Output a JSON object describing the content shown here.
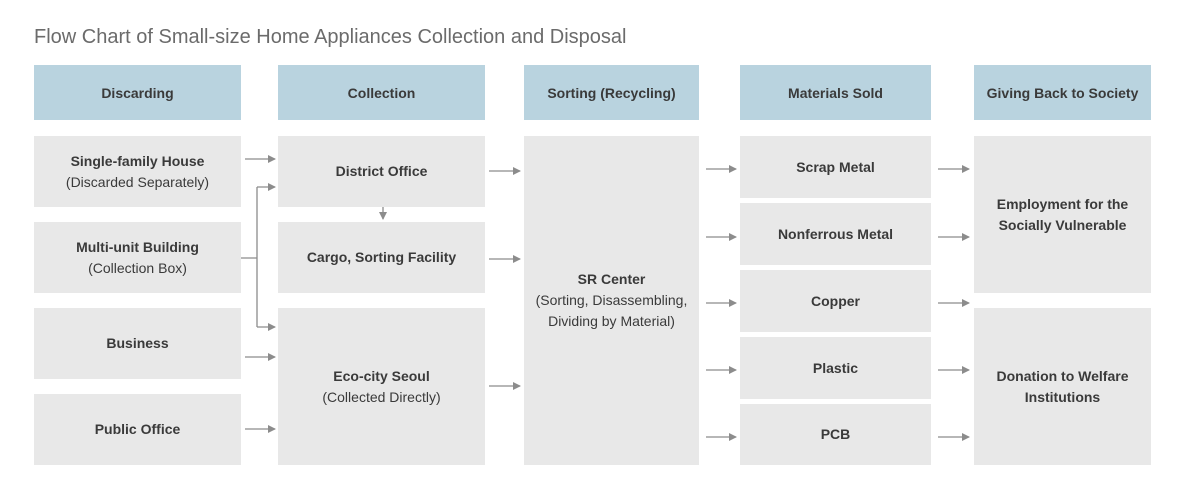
{
  "title": "Flow Chart of Small-size Home Appliances Collection and Disposal",
  "headers": {
    "discarding": "Discarding",
    "collection": "Collection",
    "sorting": "Sorting (Recycling)",
    "materials": "Materials Sold",
    "giving": "Giving Back to Society"
  },
  "discarding": [
    {
      "title": "Single-family House",
      "sub": "(Discarded Separately)"
    },
    {
      "title": "Multi-unit Building",
      "sub": "(Collection Box)"
    },
    {
      "title": "Business",
      "sub": ""
    },
    {
      "title": "Public Office",
      "sub": ""
    }
  ],
  "collection": [
    {
      "title": "District Office",
      "sub": ""
    },
    {
      "title": "Cargo, Sorting Facility",
      "sub": ""
    },
    {
      "title": "Eco-city Seoul",
      "sub": "(Collected Directly)"
    }
  ],
  "sorting": {
    "title": "SR Center",
    "sub": "(Sorting, Disassembling, Dividing by Material)"
  },
  "materials": [
    "Scrap Metal",
    "Nonferrous Metal",
    "Copper",
    "Plastic",
    "PCB"
  ],
  "giving": [
    "Employment for the Socially Vulnerable",
    "Donation to Welfare Institutions"
  ],
  "colors": {
    "header_bg": "#b9d3df",
    "box_bg": "#e8e8e8",
    "arrow": "#8c8c8c"
  }
}
